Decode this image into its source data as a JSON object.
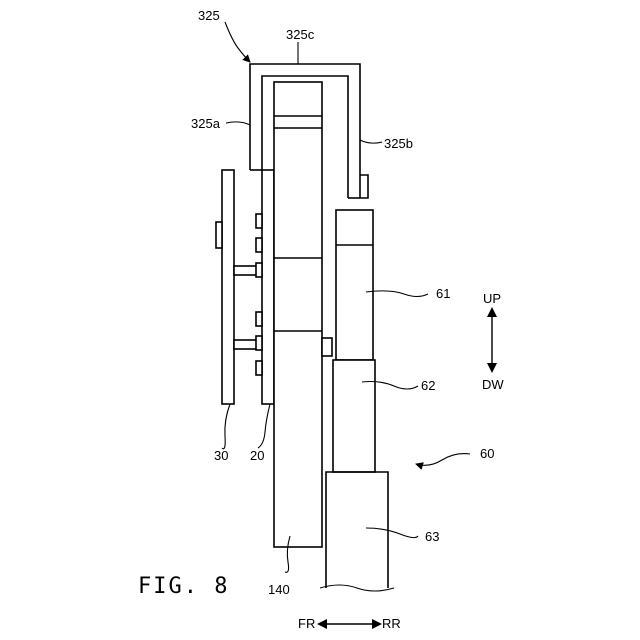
{
  "figure": {
    "caption": "FIG. 8",
    "labels": {
      "l325": "325",
      "l325a": "325a",
      "l325b": "325b",
      "l325c": "325c",
      "l61": "61",
      "l62": "62",
      "l63": "63",
      "l60": "60",
      "l30": "30",
      "l20": "20",
      "l140": "140"
    },
    "directions": {
      "up": "UP",
      "down": "DW",
      "front": "FR",
      "rear": "RR"
    }
  }
}
